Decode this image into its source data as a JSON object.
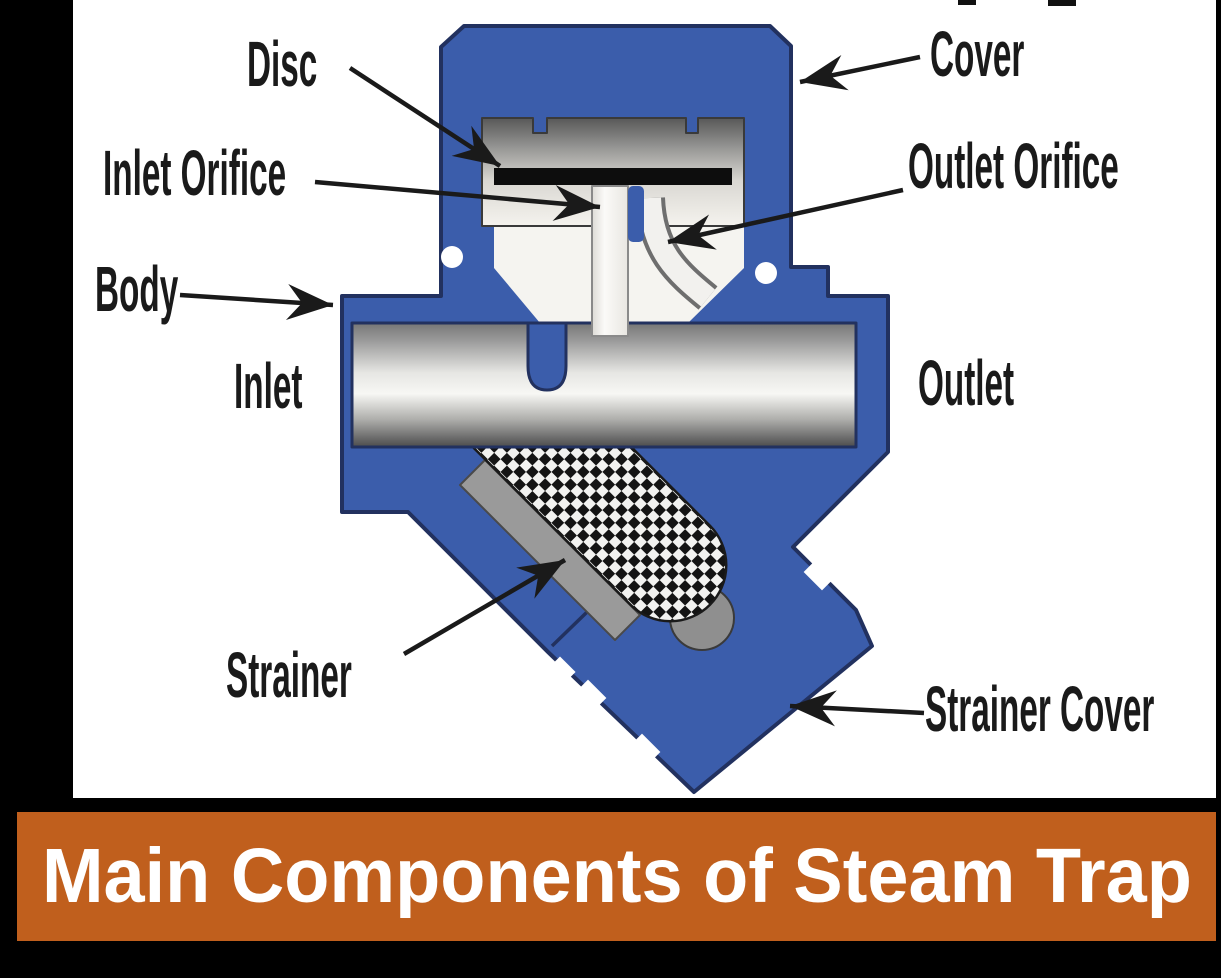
{
  "frame": {
    "background": "#000000"
  },
  "diagram": {
    "background": "#FFFFFF",
    "labels": [
      {
        "id": "disc",
        "text": "Disc"
      },
      {
        "id": "cover",
        "text": "Cover"
      },
      {
        "id": "inlet-orifice",
        "text": "Inlet Orifice"
      },
      {
        "id": "outlet-orifice",
        "text": "Outlet Orifice"
      },
      {
        "id": "body",
        "text": "Body"
      },
      {
        "id": "inlet",
        "text": "Inlet"
      },
      {
        "id": "outlet",
        "text": "Outlet"
      },
      {
        "id": "strainer",
        "text": "Strainer"
      },
      {
        "id": "strainer-cover",
        "text": "Strainer Cover"
      }
    ],
    "colors": {
      "trap_blue": "#3B5DAB",
      "outline_navy": "#22315F",
      "metal_light": "#F5F3EE",
      "metal_dark": "#4C4C4C",
      "disc_black": "#0D0D0D",
      "mesh_dark": "#141414",
      "label_text": "#1A1A1A"
    }
  },
  "title_banner": {
    "text": "Main Components of Steam Trap",
    "bg_color": "#C05F1D",
    "text_color": "#FFFFFF"
  }
}
